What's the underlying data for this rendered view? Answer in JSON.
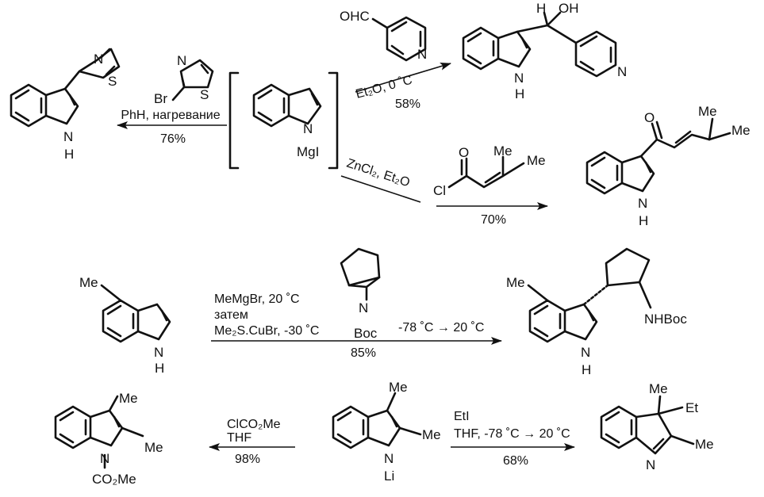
{
  "atoms": {
    "S": "S",
    "Br": "Br",
    "N": "N",
    "H": "H",
    "OH": "OH",
    "OHC": "OHC",
    "MgI": "MgI",
    "O": "O",
    "Cl": "Cl",
    "Me": "Me",
    "NHBoc": "NHBoc",
    "Boc": "Boc",
    "CO2Me": "CO₂Me",
    "Li": "Li",
    "Et": "Et"
  },
  "conditions": {
    "r1_top": "PhH, нагревание",
    "r1_yield": "76%",
    "r2_solvent": "Et₂O, 0 ˚C",
    "r2_yield": "58%",
    "r3_reagent": "ZnCl₂, Et₂O",
    "r3_yield": "70%",
    "r4_line1": "MeMgBr, 20 ˚C",
    "r4_line2": "затем",
    "r4_line3": "Me₂S.CuBr, -30 ˚C",
    "r4_temp": "-78 ˚C → 20 ˚C",
    "r4_yield": "85%",
    "r5_line1": "ClCO₂Me",
    "r5_line2": "THF",
    "r5_yield": "98%",
    "r6_line1": "EtI",
    "r6_line2": "THF, -78 ˚C → 20 ˚C",
    "r6_yield": "68%"
  }
}
